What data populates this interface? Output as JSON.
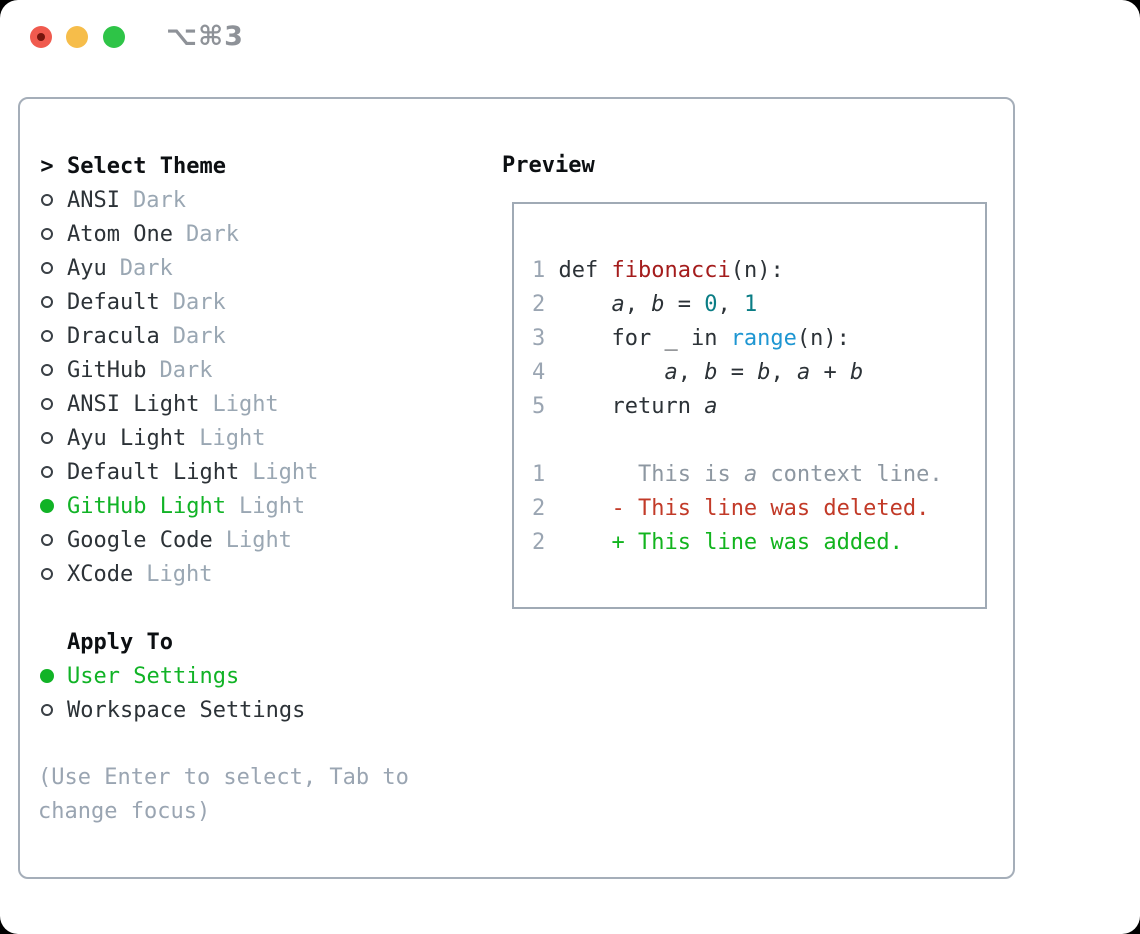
{
  "window": {
    "title": "⌥⌘3"
  },
  "titlebar": {
    "buttons": [
      {
        "name": "close"
      },
      {
        "name": "minimize"
      },
      {
        "name": "zoom"
      }
    ]
  },
  "theme_list": {
    "prompt": ">",
    "header": "Select Theme",
    "items": [
      {
        "name": "ANSI",
        "variant": "Dark",
        "selected": false
      },
      {
        "name": "Atom One",
        "variant": "Dark",
        "selected": false
      },
      {
        "name": "Ayu",
        "variant": "Dark",
        "selected": false
      },
      {
        "name": "Default",
        "variant": "Dark",
        "selected": false
      },
      {
        "name": "Dracula",
        "variant": "Dark",
        "selected": false
      },
      {
        "name": "GitHub",
        "variant": "Dark",
        "selected": false
      },
      {
        "name": "ANSI Light",
        "variant": "Light",
        "selected": false
      },
      {
        "name": "Ayu Light",
        "variant": "Light",
        "selected": false
      },
      {
        "name": "Default Light",
        "variant": "Light",
        "selected": false
      },
      {
        "name": "GitHub Light",
        "variant": "Light",
        "selected": true
      },
      {
        "name": "Google Code",
        "variant": "Light",
        "selected": false
      },
      {
        "name": "XCode",
        "variant": "Light",
        "selected": false
      }
    ]
  },
  "apply_to": {
    "header": "Apply To",
    "items": [
      {
        "name": "User Settings",
        "selected": true
      },
      {
        "name": "Workspace Settings",
        "selected": false
      }
    ]
  },
  "help": {
    "line1": "(Use Enter to select, Tab to",
    "line2": "change focus)"
  },
  "preview": {
    "header": "Preview",
    "lines": [
      {
        "num": "1",
        "seg": [
          [
            "def ",
            "t"
          ],
          [
            "fibonacci",
            "fn"
          ],
          [
            "(n):",
            "t"
          ]
        ]
      },
      {
        "num": "2",
        "seg": [
          [
            "    ",
            "t"
          ],
          [
            "a",
            "v"
          ],
          [
            ", ",
            "t"
          ],
          [
            "b",
            "v"
          ],
          [
            " = ",
            "t"
          ],
          [
            "0",
            "n"
          ],
          [
            ", ",
            "t"
          ],
          [
            "1",
            "n"
          ]
        ]
      },
      {
        "num": "3",
        "seg": [
          [
            "    for _ in ",
            "t"
          ],
          [
            "range",
            "b"
          ],
          [
            "(n):",
            "t"
          ]
        ]
      },
      {
        "num": "4",
        "seg": [
          [
            "        ",
            "t"
          ],
          [
            "a",
            "v"
          ],
          [
            ", ",
            "t"
          ],
          [
            "b",
            "v"
          ],
          [
            " = ",
            "t"
          ],
          [
            "b",
            "v"
          ],
          [
            ", ",
            "t"
          ],
          [
            "a",
            "v"
          ],
          [
            " + ",
            "t"
          ],
          [
            "b",
            "v"
          ]
        ]
      },
      {
        "num": "5",
        "seg": [
          [
            "    return ",
            "t"
          ],
          [
            "a",
            "v"
          ]
        ]
      },
      {
        "num": "",
        "seg": []
      },
      {
        "num": "1",
        "seg": [
          [
            "      This is ",
            "c"
          ],
          [
            "a",
            "ci"
          ],
          [
            " context line.",
            "c"
          ]
        ]
      },
      {
        "num": "2",
        "seg": [
          [
            "    ",
            "t"
          ],
          [
            "- This line was deleted.",
            "d"
          ]
        ]
      },
      {
        "num": "2",
        "seg": [
          [
            "    ",
            "t"
          ],
          [
            "+ This line was added.",
            "a"
          ]
        ]
      }
    ]
  },
  "colors": {
    "accent_green": "#11b326",
    "muted_gray": "#9aa5b2",
    "text_dark": "#2c3237",
    "header_black": "#0c0f12",
    "border_gray": "#a5aeb9",
    "function_red": "#a41c1c",
    "number_teal": "#0a7d85",
    "builtin_blue": "#1e96d2",
    "deleted_red": "#c23a28",
    "added_green": "#12b41e",
    "traffic_red": "#f05a4e",
    "traffic_yellow": "#f6bd4a",
    "traffic_green": "#2ec447"
  }
}
